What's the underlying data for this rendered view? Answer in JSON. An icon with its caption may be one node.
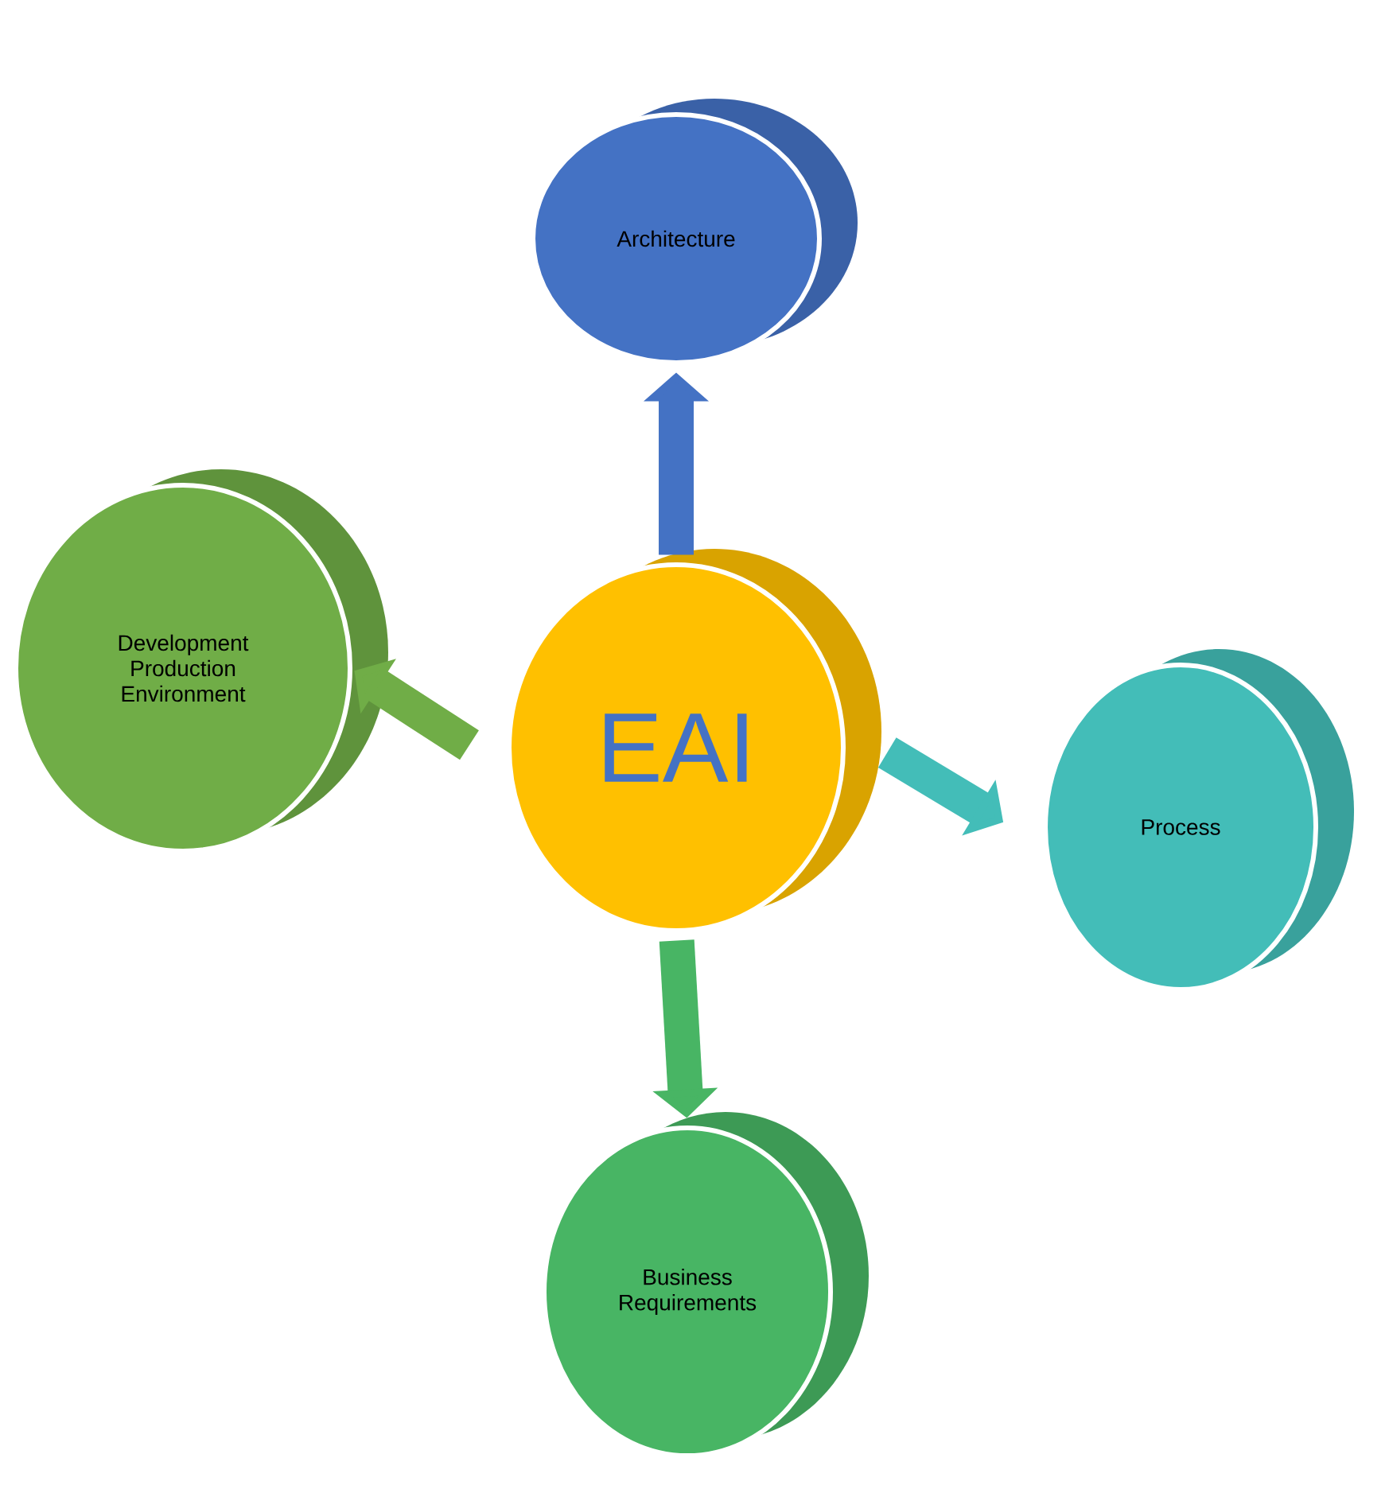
{
  "diagram": {
    "nodes": [
      {
        "text": [
          "EAI"
        ]
      },
      {
        "text": [
          "Architecture"
        ]
      },
      {
        "text": [
          "Development Production Environment"
        ]
      },
      {
        "text": [
          "Process"
        ]
      },
      {
        "text": [
          "Business Requirements"
        ]
      }
    ],
    "edges": [
      {
        "from": 0,
        "to": 1,
        "arrow": "to",
        "color": "#4472c4"
      },
      {
        "from": 0,
        "to": 2,
        "arrow": "to",
        "color": "#70ad47"
      },
      {
        "from": 0,
        "to": 3,
        "arrow": "to",
        "color": "#43bdb8"
      },
      {
        "from": 0,
        "to": 4,
        "arrow": "to",
        "color": "#48b564"
      }
    ]
  }
}
